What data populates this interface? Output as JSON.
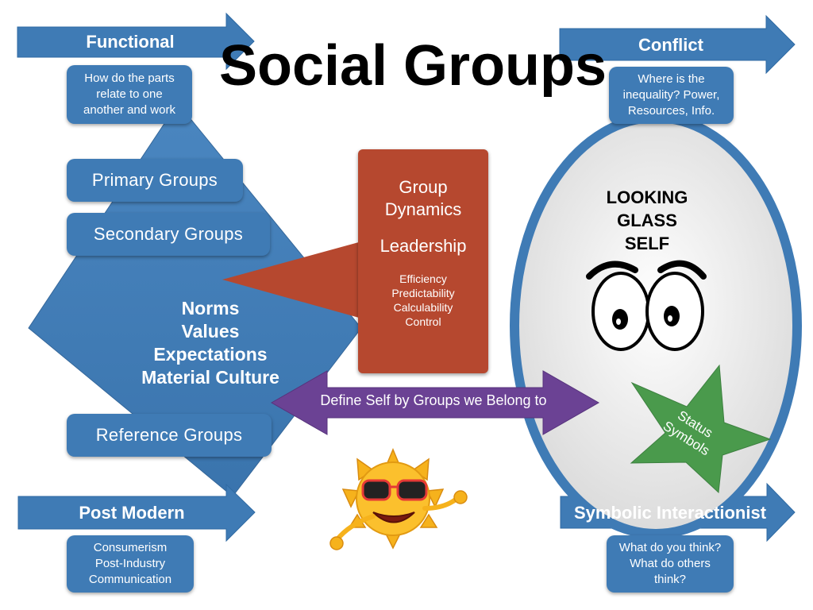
{
  "title": "Social Groups",
  "functional": {
    "label": "Functional",
    "lines": [
      "How do the parts",
      "relate to one",
      "another and work"
    ]
  },
  "conflict": {
    "label": "Conflict",
    "lines": [
      "Where is the",
      "inequality? Power,",
      "Resources, Info."
    ]
  },
  "post_modern": {
    "label": "Post Modern",
    "lines": [
      "Consumerism",
      "Post-Industry",
      "Communication"
    ]
  },
  "symbolic": {
    "label": "Symbolic Interactionist",
    "lines": [
      "What do you think?",
      "What do others",
      "think?"
    ]
  },
  "groups": {
    "primary": "Primary Groups",
    "secondary": "Secondary Groups",
    "reference": "Reference Groups"
  },
  "core_concepts": [
    "Norms",
    "Values",
    "Expectations",
    "Material Culture"
  ],
  "dynamics": {
    "heading_lines": [
      "Group",
      "Dynamics"
    ],
    "leadership": "Leadership",
    "items": [
      "Efficiency",
      "Predictability",
      "Calculability",
      "Control"
    ]
  },
  "looking_glass": [
    "LOOKING",
    "GLASS",
    "SELF"
  ],
  "define_self": "Define Self by Groups we Belong to",
  "status_symbols": [
    "Status",
    "Symbols"
  ],
  "colors": {
    "blue": "#3f7bb5",
    "blue_dark": "#2f6aa3",
    "red_panel": "#b6482f",
    "purple_arrow": "#6b4294",
    "green_star": "#4a9a4c",
    "oval_fill": "#eeeeee"
  },
  "icons": [
    "eyes-icon",
    "sun-with-sunglasses-icon"
  ]
}
